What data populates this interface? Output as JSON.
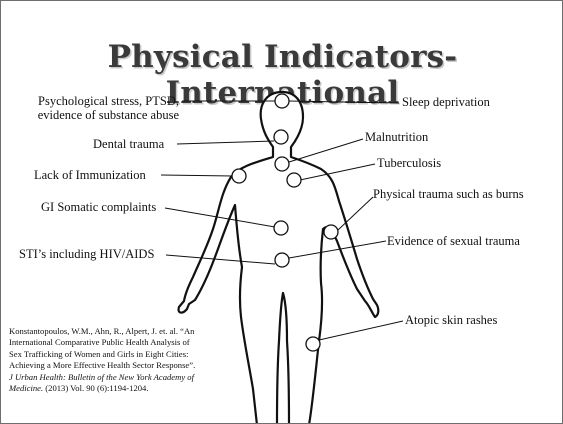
{
  "slide": {
    "title": "Physical Indicators- International"
  },
  "labels_left": {
    "psych_line1": "Psychological stress, PTSD,",
    "psych_line2": "evidence of substance abuse",
    "dental": "Dental trauma",
    "immunization": "Lack of Immunization",
    "gi": "GI Somatic complaints",
    "sti": "STI’s including HIV/AIDS"
  },
  "labels_right": {
    "sleep": "Sleep deprivation",
    "malnutrition": "Malnutrition",
    "tuberculosis": "Tuberculosis",
    "physical_trauma": "Physical trauma such as burns",
    "sexual_trauma": "Evidence of sexual trauma",
    "atopic": "Atopic skin rashes"
  },
  "citation": {
    "authors": "Konstantopoulos, W.M., Ahn, R., Alpert, J. et. al. “An International Comparative Public Health Analysis of Sex Trafficking of Women and Girls in Eight Cities: Achieving a More Effective Health Sector Response”.",
    "journal": "J Urban Health: Bulletin of the New York Academy of Medicine.",
    "details": "(2013) Vol. 90 (6):1194-1204."
  },
  "colors": {
    "outline": "#111111",
    "title_shadow": "#c9c9c9",
    "border": "#6e6e6e"
  }
}
